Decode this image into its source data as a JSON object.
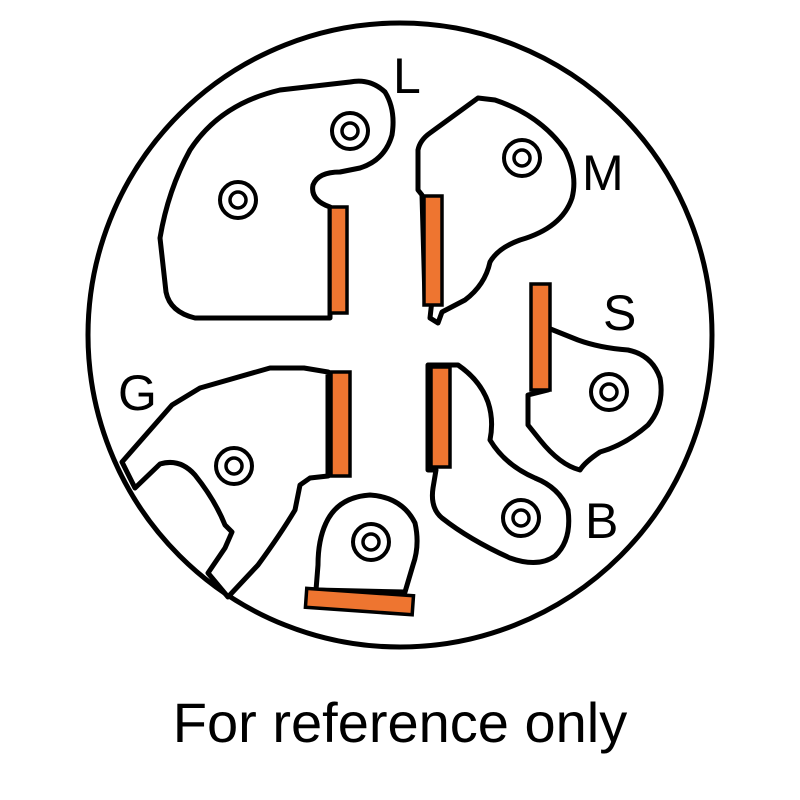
{
  "terminal_labels": {
    "l": "L",
    "m": "M",
    "s": "S",
    "g": "G",
    "b": "B"
  },
  "caption": "For reference only",
  "colors": {
    "contact": "#ee7530",
    "outline": "#000000",
    "background": "#ffffff"
  }
}
